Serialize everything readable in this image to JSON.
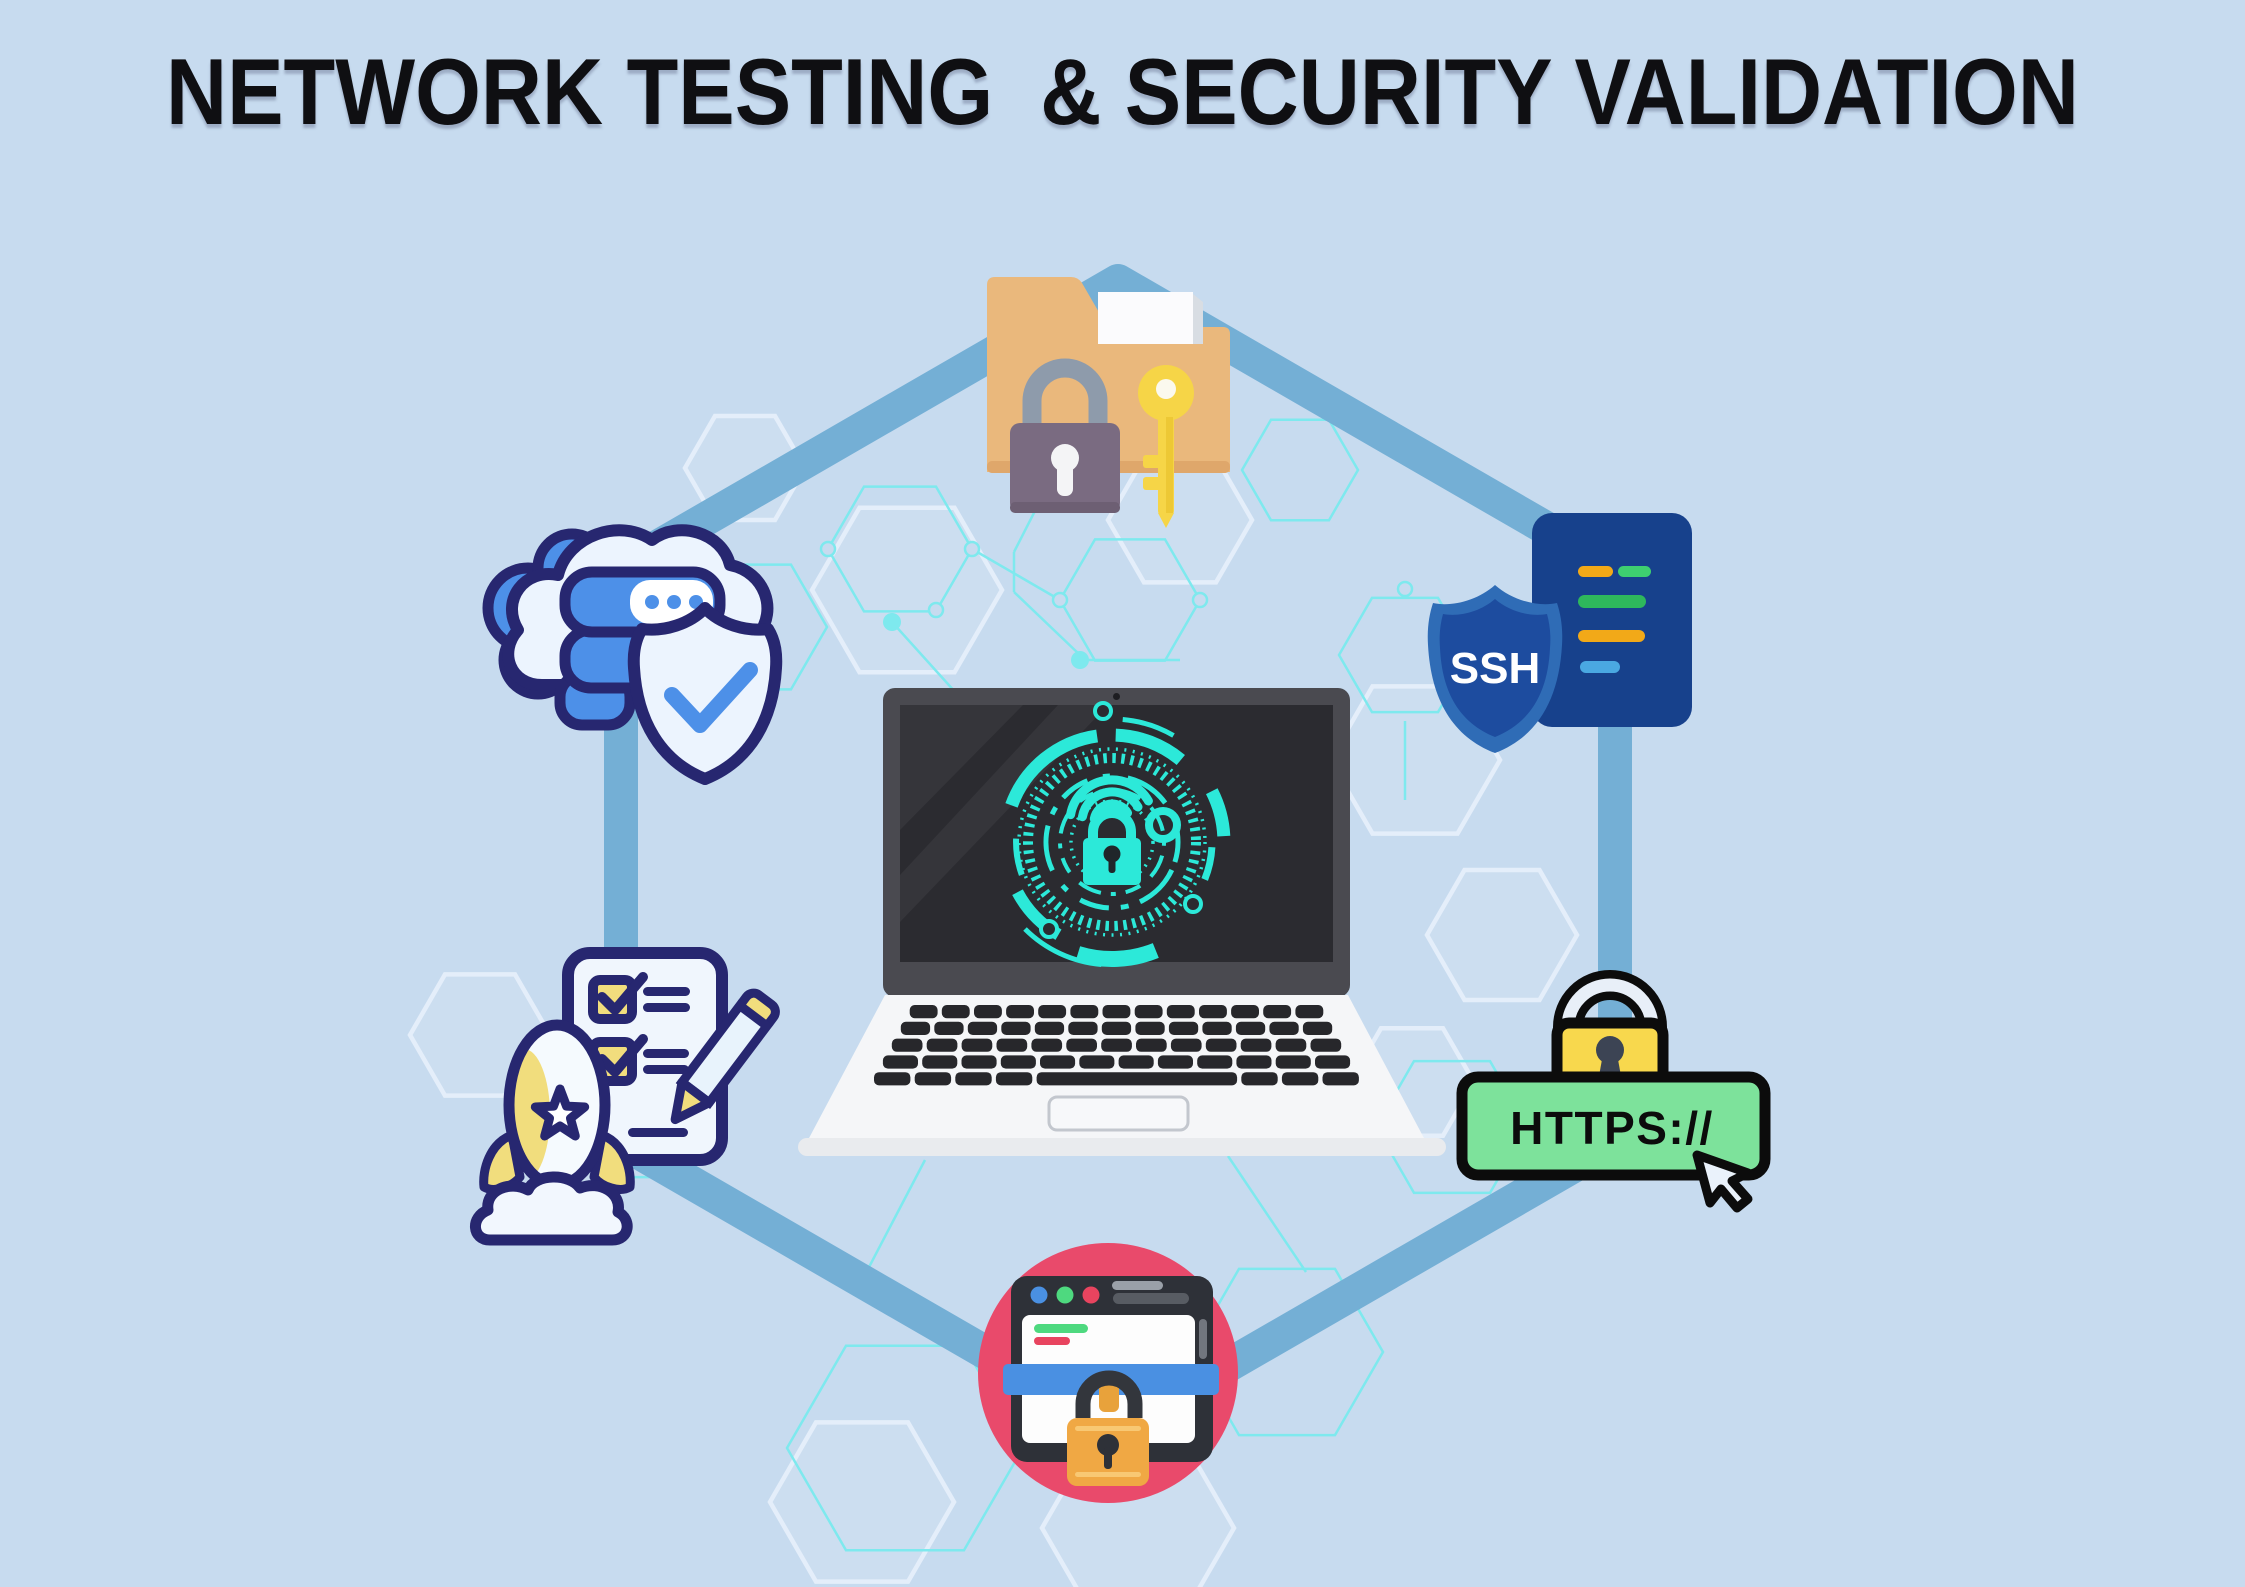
{
  "title": "NETWORK TESTING  & SECURITY VALIDATION",
  "badges": {
    "ssh": {
      "label": "SSH"
    },
    "https": {
      "label": "HTTPS://"
    }
  },
  "nodes": [
    {
      "id": "secure-folder",
      "desc": "folder with padlock and key"
    },
    {
      "id": "ssh-access",
      "desc": "SSH shield with code document"
    },
    {
      "id": "https-secure-url",
      "desc": "HTTPS address bar with padlock and cursor"
    },
    {
      "id": "secure-browser",
      "desc": "browser window with padlock in pink circle"
    },
    {
      "id": "test-checklist",
      "desc": "checklist with pencil and rocket"
    },
    {
      "id": "cloud-server-shield",
      "desc": "cloud server with verified shield"
    }
  ],
  "center": {
    "id": "laptop-security-scan",
    "desc": "laptop showing cyber security lock HUD"
  },
  "colors": {
    "background": "#c7dbef",
    "hexagon_frame": "#74afd5",
    "network_lines": "#7ee9ee",
    "hud_cyan": "#2ce9d9",
    "navy_outline": "#272770",
    "accent_blue": "#4d90e8",
    "ssh_blue": "#1d4c9f",
    "https_green": "#7de29b",
    "alert_pink": "#e94a6b",
    "folder_tan": "#eab87c",
    "key_yellow": "#f6d547",
    "padlock_orange": "#f0a844",
    "title_color": "#0f0f12"
  }
}
